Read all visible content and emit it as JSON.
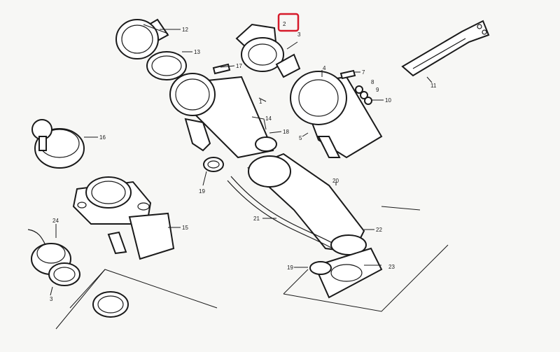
{
  "callouts": [
    {
      "id": "c2",
      "text": "2",
      "highlight": true
    },
    {
      "id": "c3a",
      "text": "3"
    },
    {
      "id": "c3b",
      "text": "3"
    },
    {
      "id": "c1",
      "text": "1"
    },
    {
      "id": "c4",
      "text": "4"
    },
    {
      "id": "c5",
      "text": "5"
    },
    {
      "id": "c7",
      "text": "7"
    },
    {
      "id": "c8",
      "text": "8"
    },
    {
      "id": "c9",
      "text": "9"
    },
    {
      "id": "c10",
      "text": "10"
    },
    {
      "id": "c11",
      "text": "11"
    },
    {
      "id": "c12",
      "text": "12"
    },
    {
      "id": "c13",
      "text": "13"
    },
    {
      "id": "c14",
      "text": "14"
    },
    {
      "id": "c15",
      "text": "15"
    },
    {
      "id": "c16",
      "text": "16"
    },
    {
      "id": "c17",
      "text": "17"
    },
    {
      "id": "c18",
      "text": "18"
    },
    {
      "id": "c19a",
      "text": "19"
    },
    {
      "id": "c19b",
      "text": "19"
    },
    {
      "id": "c20",
      "text": "20"
    },
    {
      "id": "c21",
      "text": "21"
    },
    {
      "id": "c22",
      "text": "22"
    },
    {
      "id": "c23",
      "text": "23"
    },
    {
      "id": "c24",
      "text": "24"
    }
  ],
  "highlight_color": "#d61a2a"
}
